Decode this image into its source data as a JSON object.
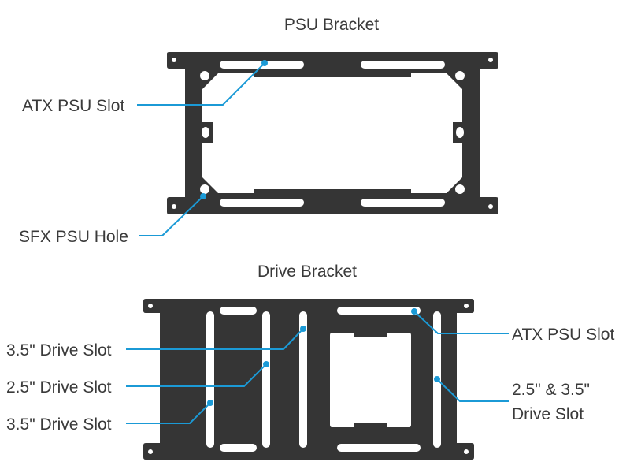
{
  "psu_bracket": {
    "title": "PSU Bracket",
    "callouts": {
      "atx_psu_slot": "ATX PSU Slot",
      "sfx_psu_hole": "SFX PSU Hole"
    }
  },
  "drive_bracket": {
    "title": "Drive Bracket",
    "callouts": {
      "drive_slot_35_top": "3.5\" Drive Slot",
      "drive_slot_25": "2.5\" Drive Slot",
      "drive_slot_35_bottom": "3.5\" Drive Slot",
      "atx_psu_slot": "ATX PSU Slot",
      "combo_slot_line1": "2.5\" & 3.5\"",
      "combo_slot_line2": "Drive Slot"
    }
  },
  "colors": {
    "plate": "#353535",
    "callout": "#1b9ad6",
    "text": "#3a3a3a"
  }
}
